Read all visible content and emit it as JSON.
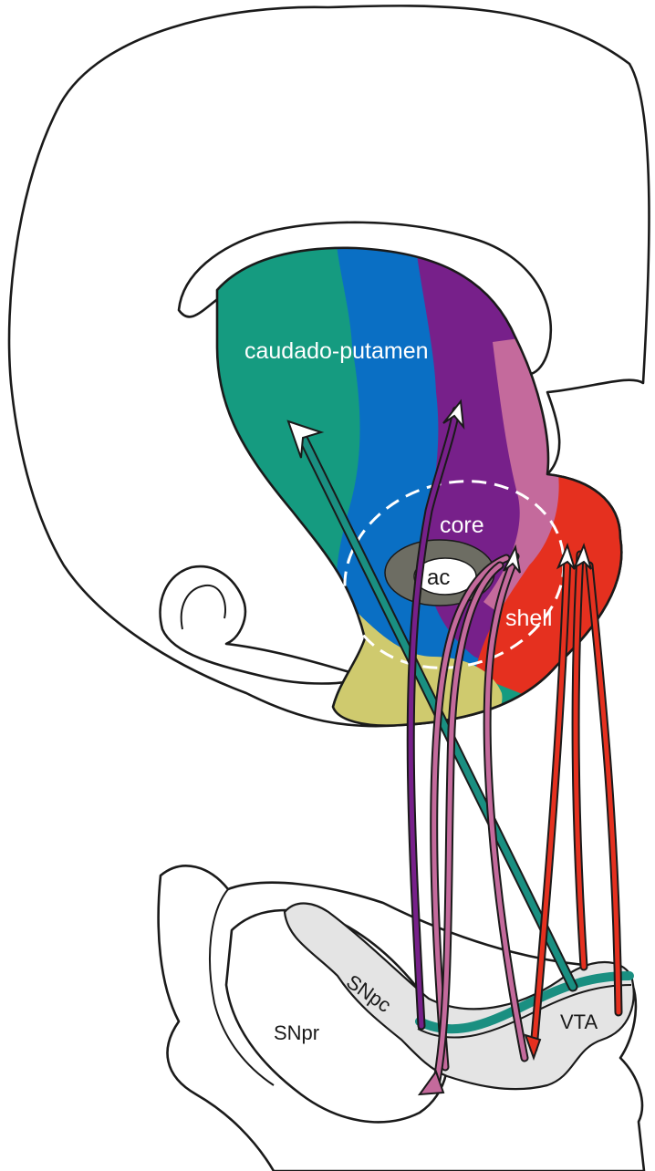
{
  "labels": {
    "caudate_putamen": "caudado-putamen",
    "core": "core",
    "ac": "ac",
    "shell": "shell",
    "snpc": "SNpc",
    "snpr": "SNpr",
    "vta": "VTA"
  },
  "colors": {
    "green": "#159b80",
    "blue": "#0a6fc4",
    "purple": "#77208a",
    "pink": "#c46a9c",
    "red": "#e5301f",
    "olive": "#cfca6e",
    "ac_ring": "#6d6d63",
    "midbrain_gray": "#e4e4e4",
    "teal_band": "#1a8f81"
  }
}
